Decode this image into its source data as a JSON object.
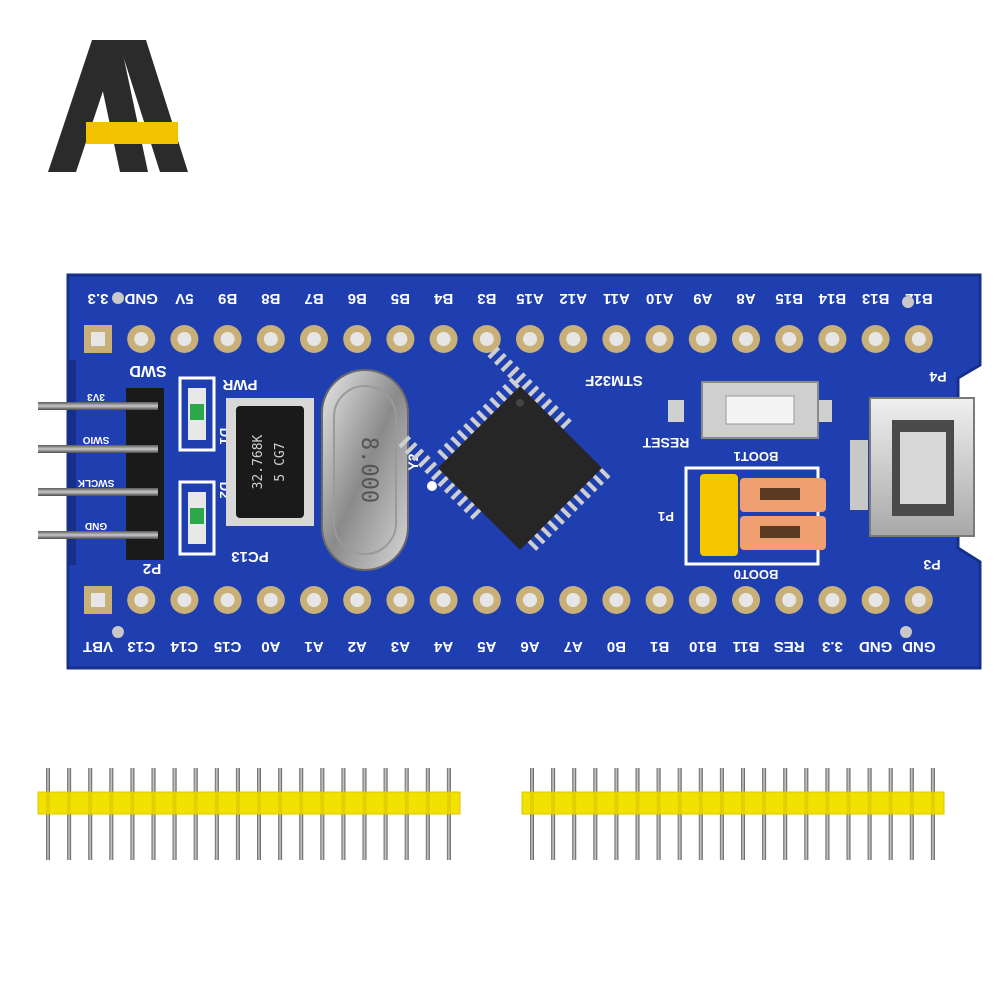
{
  "board": {
    "colors": {
      "pcb": "#1f3fb0",
      "pcb_edge": "#16308a",
      "pad_gold": "#c9b078",
      "logo_dark": "#2b2b2b",
      "logo_accent": "#f2c200",
      "header_yellow": "#f3e100",
      "jumper_yellow": "#f6c400",
      "jumper_orange": "#f0a070"
    },
    "top_pins": [
      "B12",
      "B13",
      "B14",
      "B15",
      "A8",
      "A9",
      "A10",
      "A11",
      "A12",
      "A15",
      "B3",
      "B4",
      "B5",
      "B6",
      "B7",
      "B8",
      "B9",
      "5V",
      "GND",
      "3.3"
    ],
    "bottom_pins": [
      "VBT",
      "C13",
      "C14",
      "C15",
      "A0",
      "A1",
      "A2",
      "A3",
      "A4",
      "A5",
      "A6",
      "A7",
      "B0",
      "B1",
      "B10",
      "B11",
      "RES",
      "3.3",
      "GND",
      "GND"
    ],
    "labels": {
      "swd": "SWD",
      "pwr": "PWR",
      "d1": "D1",
      "d2": "D2",
      "pc13": "PC13",
      "p2": "P2",
      "y2": "Y2",
      "crystal_mark": "8.000",
      "osc_mark_1": "32.768K",
      "osc_mark_2": "5 CG7",
      "mcu": "STM32F",
      "reset": "RESET",
      "boot1": "BOOT1",
      "boot0": "BOOT0",
      "p1": "P1",
      "p3": "P3",
      "p4": "P4",
      "swd_pins": [
        "3V3",
        "SWIO",
        "SWCLK",
        "GND"
      ]
    }
  }
}
